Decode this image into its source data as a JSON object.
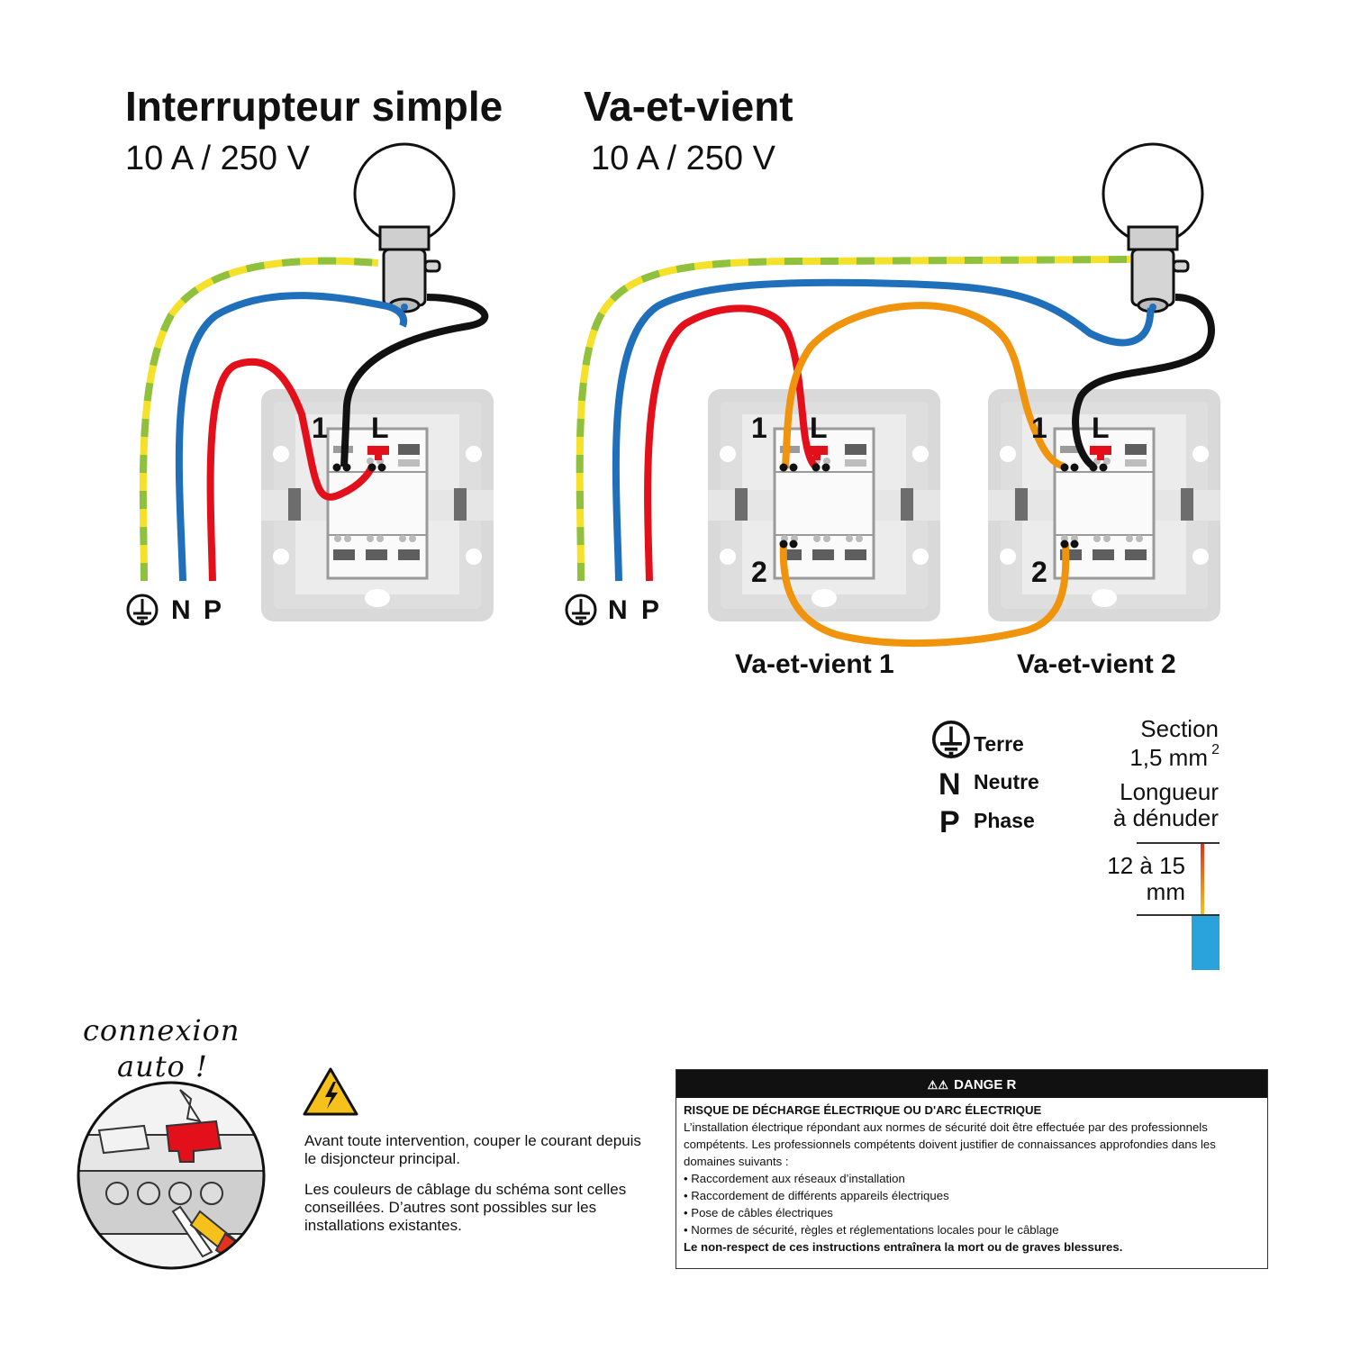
{
  "simple": {
    "title": "Interrupteur simple",
    "rating": "10 A / 250 V",
    "terminal_1": "1",
    "terminal_l": "L",
    "labels": {
      "n": "N",
      "p": "P"
    }
  },
  "va_et_vient": {
    "title": "Va-et-vient",
    "rating": "10 A / 250 V",
    "labels": {
      "n": "N",
      "p": "P"
    },
    "switches": [
      {
        "name": "Va-et-vient 1",
        "terminal_1": "1",
        "terminal_l": "L",
        "terminal_2": "2"
      },
      {
        "name": "Va-et-vient 2",
        "terminal_1": "1",
        "terminal_l": "L",
        "terminal_2": "2"
      }
    ]
  },
  "legend": {
    "items": [
      {
        "symbol": "earth-icon",
        "label": "Terre"
      },
      {
        "symbol": "N",
        "label": "Neutre"
      },
      {
        "symbol": "P",
        "label": "Phase"
      }
    ]
  },
  "section": {
    "line1": "Section",
    "line2": "1,5 mm",
    "superscript": "2",
    "strip_line1": "Longueur",
    "strip_line2": "à dénuder",
    "length_line1": "12 à 15",
    "length_line2": "mm"
  },
  "connexion": {
    "line1": "connexion",
    "line2": "auto !"
  },
  "notes": {
    "warning": "Avant toute intervention, couper le courant depuis le disjoncteur principal.",
    "colors": "Les couleurs de câblage du schéma sont celles conseillées. D’autres sont possibles sur les installations existantes."
  },
  "danger": {
    "header": "DANGE R",
    "risk": "RISQUE DE DÉCHARGE ÉLECTRIQUE OU D'ARC ÉLECTRIQUE",
    "intro": "L’installation électrique répondant aux normes de sécurité doit être effectuée par des professionnels compétents. Les professionnels compétents doivent justifier de connaissances approfondies dans les domaines suivants :",
    "items": [
      "Raccordement aux réseaux d’installation",
      "Raccordement de différents appareils électriques",
      "Pose de câbles électriques",
      "Normes de sécurité, règles et réglementations locales pour le câblage"
    ],
    "final": "Le non-respect de ces instructions entraînera la mort ou de graves blessures."
  },
  "colors": {
    "earth_yellow": "#f5e12a",
    "earth_green": "#8fc13e",
    "neutral": "#1f6fba",
    "phase": "#e3101c",
    "return": "#111111",
    "traveler": "#f0930d",
    "plate": "#d9d9d9",
    "strip_blue": "#2aa3dc"
  }
}
